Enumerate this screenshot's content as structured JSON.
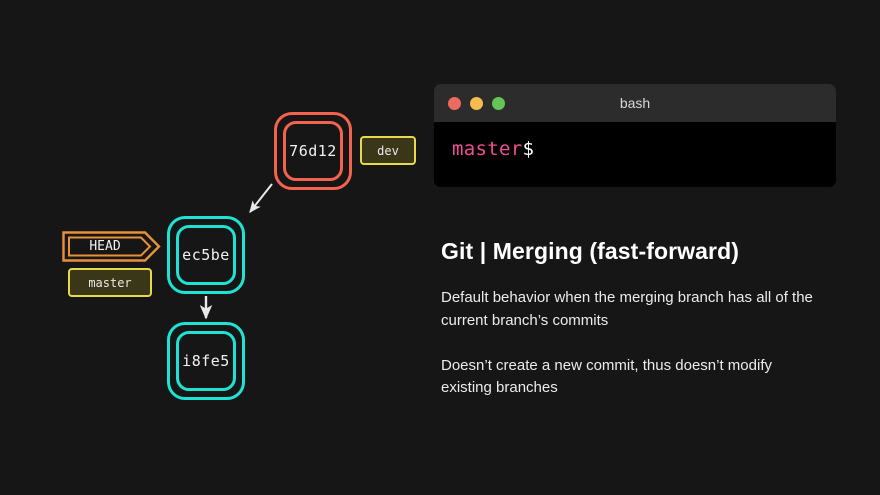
{
  "slide": {
    "background_color": "#161616"
  },
  "graph": {
    "commits": [
      {
        "sha": "76d12",
        "color": "#f4634e",
        "name": "commit-node-76d12"
      },
      {
        "sha": "ec5be",
        "color": "#1fe3d2",
        "name": "commit-node-ec5be"
      },
      {
        "sha": "i8fe5",
        "color": "#1fe3d2",
        "name": "commit-node-i8fe5"
      }
    ],
    "badges": {
      "dev": {
        "label": "dev",
        "border_color": "#e8d94a",
        "fill_color": "#3a3718"
      },
      "master": {
        "label": "master",
        "border_color": "#e8d94a",
        "fill_color": "#3a3718"
      },
      "head": {
        "label": "HEAD",
        "border_color": "#e8913a"
      }
    },
    "arrows": [
      {
        "name": "arrow-76d12-to-ec5be",
        "from": "76d12",
        "to": "ec5be",
        "color": "#e8e8e8"
      },
      {
        "name": "arrow-ec5be-to-i8fe5",
        "from": "ec5be",
        "to": "i8fe5",
        "color": "#e8e8e8"
      }
    ]
  },
  "terminal": {
    "title": "bash",
    "dots": [
      {
        "name": "close-dot",
        "color": "#ed6a5e"
      },
      {
        "name": "minimize-dot",
        "color": "#f5bd4f"
      },
      {
        "name": "maximize-dot",
        "color": "#62c554"
      }
    ],
    "prompt_branch": "master",
    "prompt_sigil": "$",
    "prompt_branch_color": "#ee4f94"
  },
  "content": {
    "title": "Git | Merging (fast-forward)",
    "paragraphs": [
      "Default behavior when the merging branch has all of the current branch’s commits",
      "Doesn’t create a new commit, thus doesn’t modify existing branches"
    ]
  }
}
